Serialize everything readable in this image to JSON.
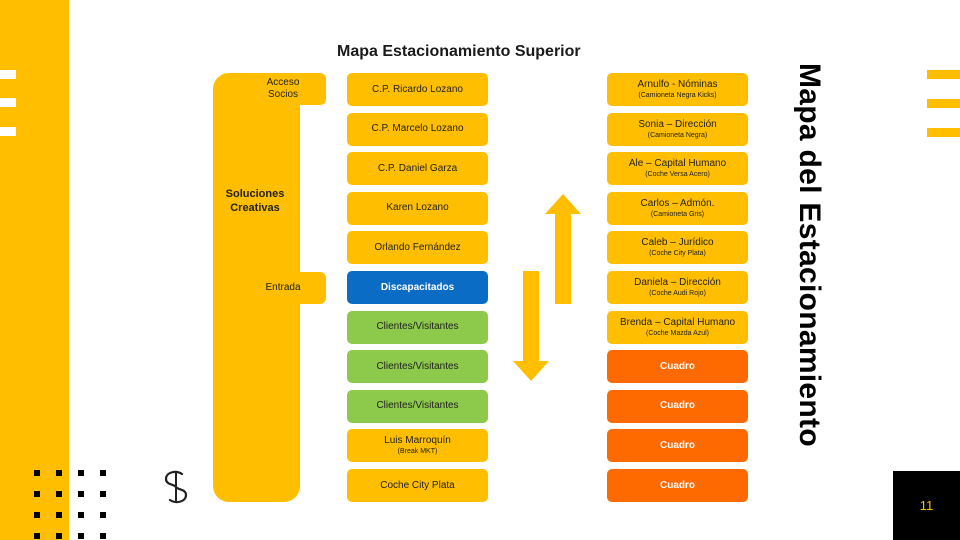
{
  "slide_title": "Mapa Estacionamiento Superior",
  "vertical_title": "Mapa del Estacionamiento",
  "page_number": "11",
  "colors": {
    "accent_yellow": "#FFBE00",
    "disabled_blue": "#0B6CC5",
    "visitor_green": "#8DC94B",
    "block_orange": "#FF6A00"
  },
  "bracket": {
    "label_line1": "Soluciones",
    "label_line2": "Creativas",
    "tab_top_line1": "Acceso",
    "tab_top_line2": "Socios",
    "tab_entrada": "Entrada"
  },
  "left_column": [
    {
      "label": "C.P. Ricardo Lozano",
      "sub": "",
      "color": "yellow"
    },
    {
      "label": "C.P. Marcelo Lozano",
      "sub": "",
      "color": "yellow"
    },
    {
      "label": "C.P. Daniel Garza",
      "sub": "",
      "color": "yellow"
    },
    {
      "label": "Karen Lozano",
      "sub": "",
      "color": "yellow"
    },
    {
      "label": "Orlando Fernández",
      "sub": "",
      "color": "yellow"
    },
    {
      "label": "Discapacitados",
      "sub": "",
      "color": "blue"
    },
    {
      "label": "Clientes/Visitantes",
      "sub": "",
      "color": "green"
    },
    {
      "label": "Clientes/Visitantes",
      "sub": "",
      "color": "green"
    },
    {
      "label": "Clientes/Visitantes",
      "sub": "",
      "color": "green"
    },
    {
      "label": "Luis Marroquín",
      "sub": "(Break MKT)",
      "color": "yellow"
    },
    {
      "label": "Coche City Plata",
      "sub": "",
      "color": "yellow"
    }
  ],
  "right_column": [
    {
      "label": "Arnulfo - Nóminas",
      "sub": "(Camioneta Negra Kicks)",
      "color": "yellow"
    },
    {
      "label": "Sonia – Dirección",
      "sub": "(Camioneta Negra)",
      "color": "yellow"
    },
    {
      "label": "Ale – Capital Humano",
      "sub": "(Coche Versa Acero)",
      "color": "yellow"
    },
    {
      "label": "Carlos – Admón.",
      "sub": "(Camioneta Gris)",
      "color": "yellow"
    },
    {
      "label": "Caleb – Jurídico",
      "sub": "(Coche City Plata)",
      "color": "yellow"
    },
    {
      "label": "Daniela – Dirección",
      "sub": "(Coche Audi Rojo)",
      "color": "yellow"
    },
    {
      "label": "Brenda – Capital Humano",
      "sub": "(Coche Mazda Azul)",
      "color": "yellow"
    },
    {
      "label": "Cuadro",
      "sub": "",
      "color": "orange"
    },
    {
      "label": "Cuadro",
      "sub": "",
      "color": "orange"
    },
    {
      "label": "Cuadro",
      "sub": "",
      "color": "orange"
    },
    {
      "label": "Cuadro",
      "sub": "",
      "color": "orange"
    }
  ],
  "icons": {
    "up_arrow": "arrow-up-icon",
    "down_arrow": "arrow-down-icon",
    "logo": "s-logo-icon"
  }
}
